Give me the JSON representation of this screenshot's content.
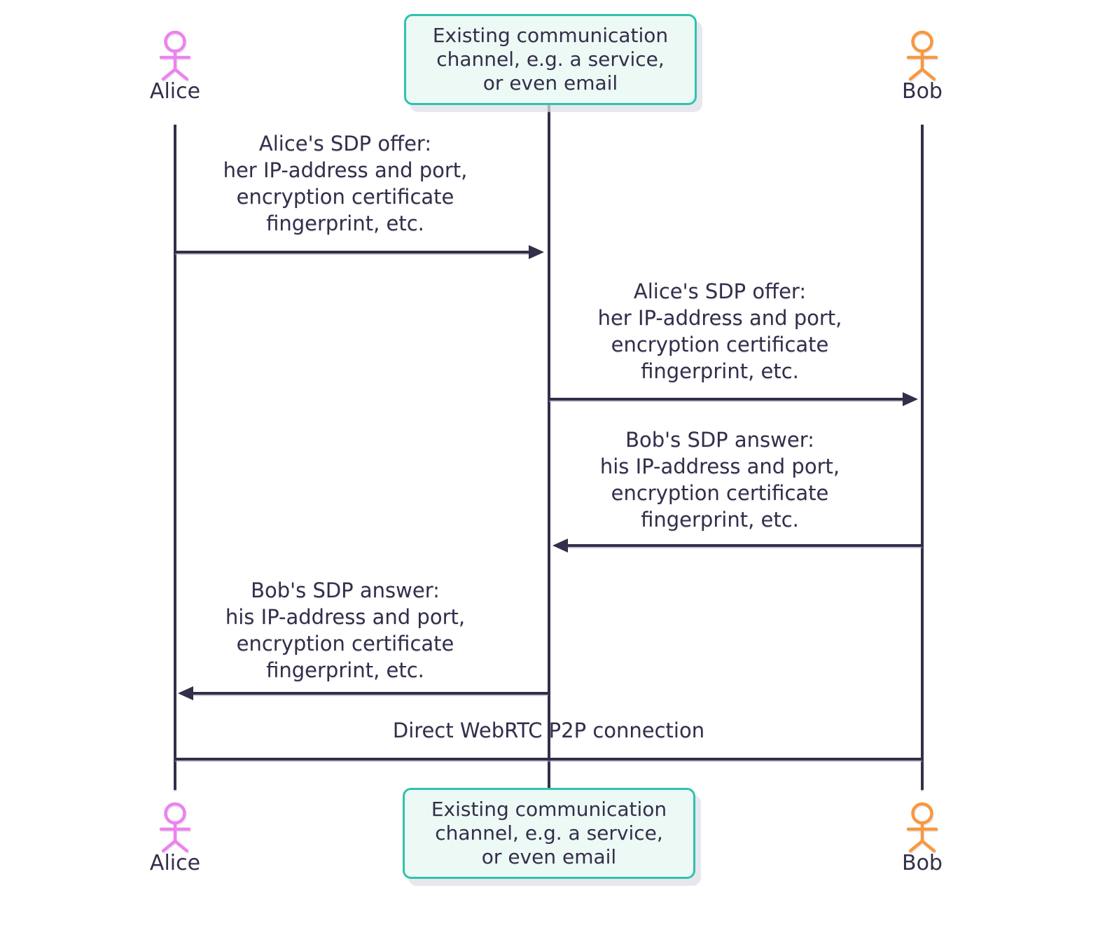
{
  "colors": {
    "ink": "#332e49",
    "teal_border": "#2fc3ac",
    "note_background": "#ecf9f5",
    "alice_figure": "#ee82ee",
    "bob_figure": "#f8983f"
  },
  "actors": {
    "alice": "Alice",
    "bob": "Bob"
  },
  "notes": {
    "top": "Existing communication\nchannel, e.g. a service,\nor even email",
    "bottom": "Existing communication\nchannel, e.g. a service,\nor even email"
  },
  "messages": [
    {
      "from": "Alice",
      "to": "channel",
      "direction": "right",
      "label": "Alice's SDP offer:\nher IP-address and port,\nencryption certificate\nfingerprint, etc."
    },
    {
      "from": "channel",
      "to": "Bob",
      "direction": "right",
      "label": "Alice's SDP offer:\nher IP-address and port,\nencryption certificate\nfingerprint, etc."
    },
    {
      "from": "Bob",
      "to": "channel",
      "direction": "left",
      "label": "Bob's SDP answer:\nhis IP-address and port,\nencryption certificate\nfingerprint, etc."
    },
    {
      "from": "channel",
      "to": "Alice",
      "direction": "left",
      "label": "Bob's SDP answer:\nhis IP-address and port,\nencryption certificate\nfingerprint, etc."
    },
    {
      "from": "Alice",
      "to": "Bob",
      "direction": "none",
      "label": "Direct WebRTC P2P connection"
    }
  ]
}
